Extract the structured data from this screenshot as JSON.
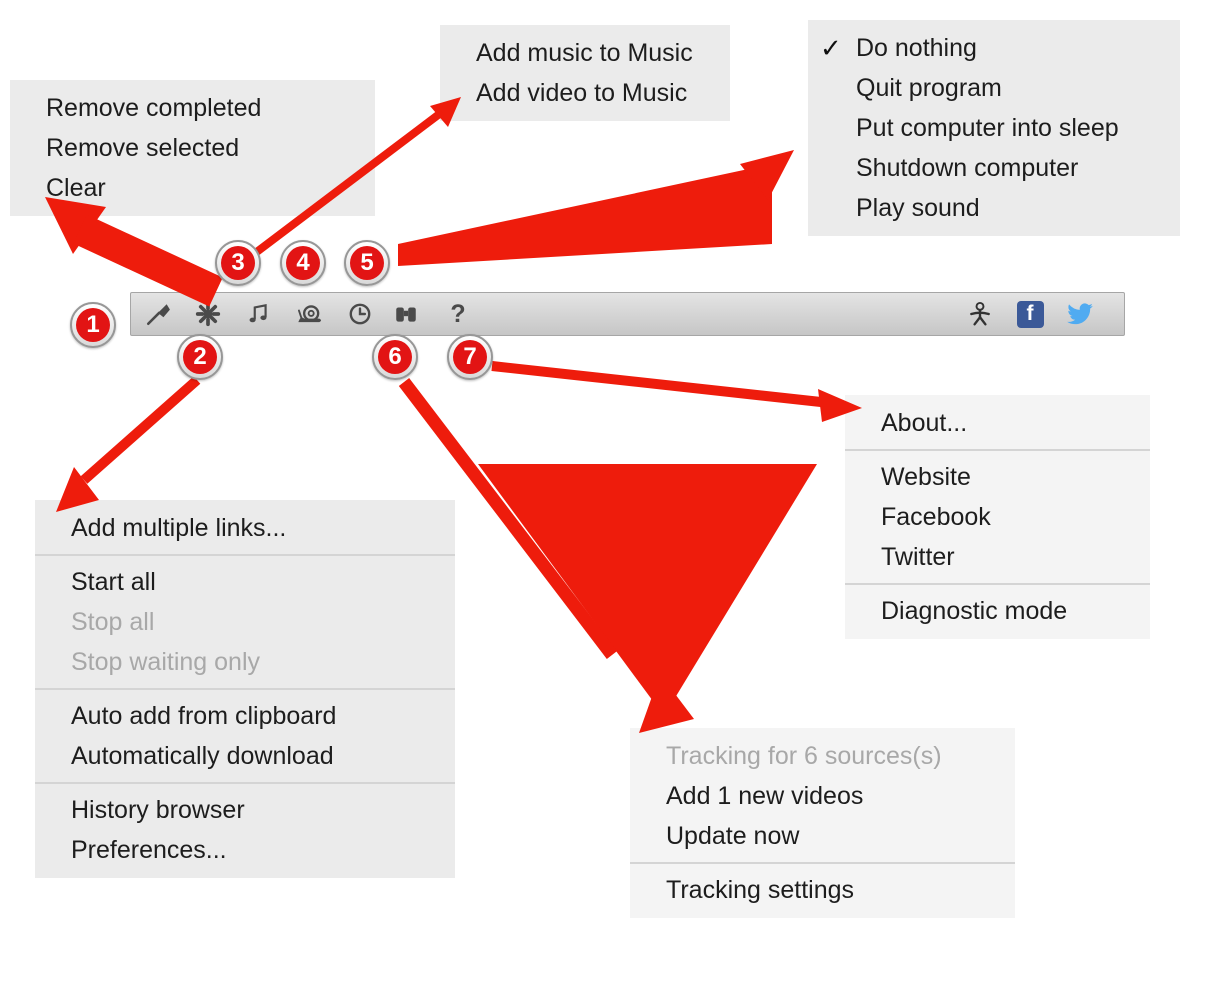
{
  "colors": {
    "arrow_red": "#ee1c0c",
    "badge_red": "#e21414",
    "facebook_blue": "#3b5998",
    "twitter_blue": "#50abf1",
    "menu_bg": "#ebebeb"
  },
  "callouts": [
    "1",
    "2",
    "3",
    "4",
    "5",
    "6",
    "7"
  ],
  "toolbar": {
    "help_label": "?",
    "facebook_label": "f"
  },
  "menus": {
    "remove": {
      "items": [
        "Remove completed",
        "Remove selected",
        "Clear"
      ]
    },
    "itunes": {
      "items": [
        "Add music to Music",
        "Add video to Music"
      ]
    },
    "completion": {
      "checkmark": "✓",
      "items": [
        "Do nothing",
        "Quit program",
        "Put computer into sleep",
        "Shutdown computer",
        "Play sound"
      ]
    },
    "help": {
      "items": [
        "About...",
        "Website",
        "Facebook",
        "Twitter",
        "Diagnostic mode"
      ]
    },
    "main": {
      "items": [
        "Add multiple links...",
        "Start all",
        "Stop all",
        "Stop waiting only",
        "Auto add from clipboard",
        "Automatically download",
        "History browser",
        "Preferences..."
      ]
    },
    "tracking": {
      "items": [
        "Tracking for 6 sources(s)",
        "Add 1 new videos",
        "Update now",
        "Tracking settings"
      ]
    }
  }
}
